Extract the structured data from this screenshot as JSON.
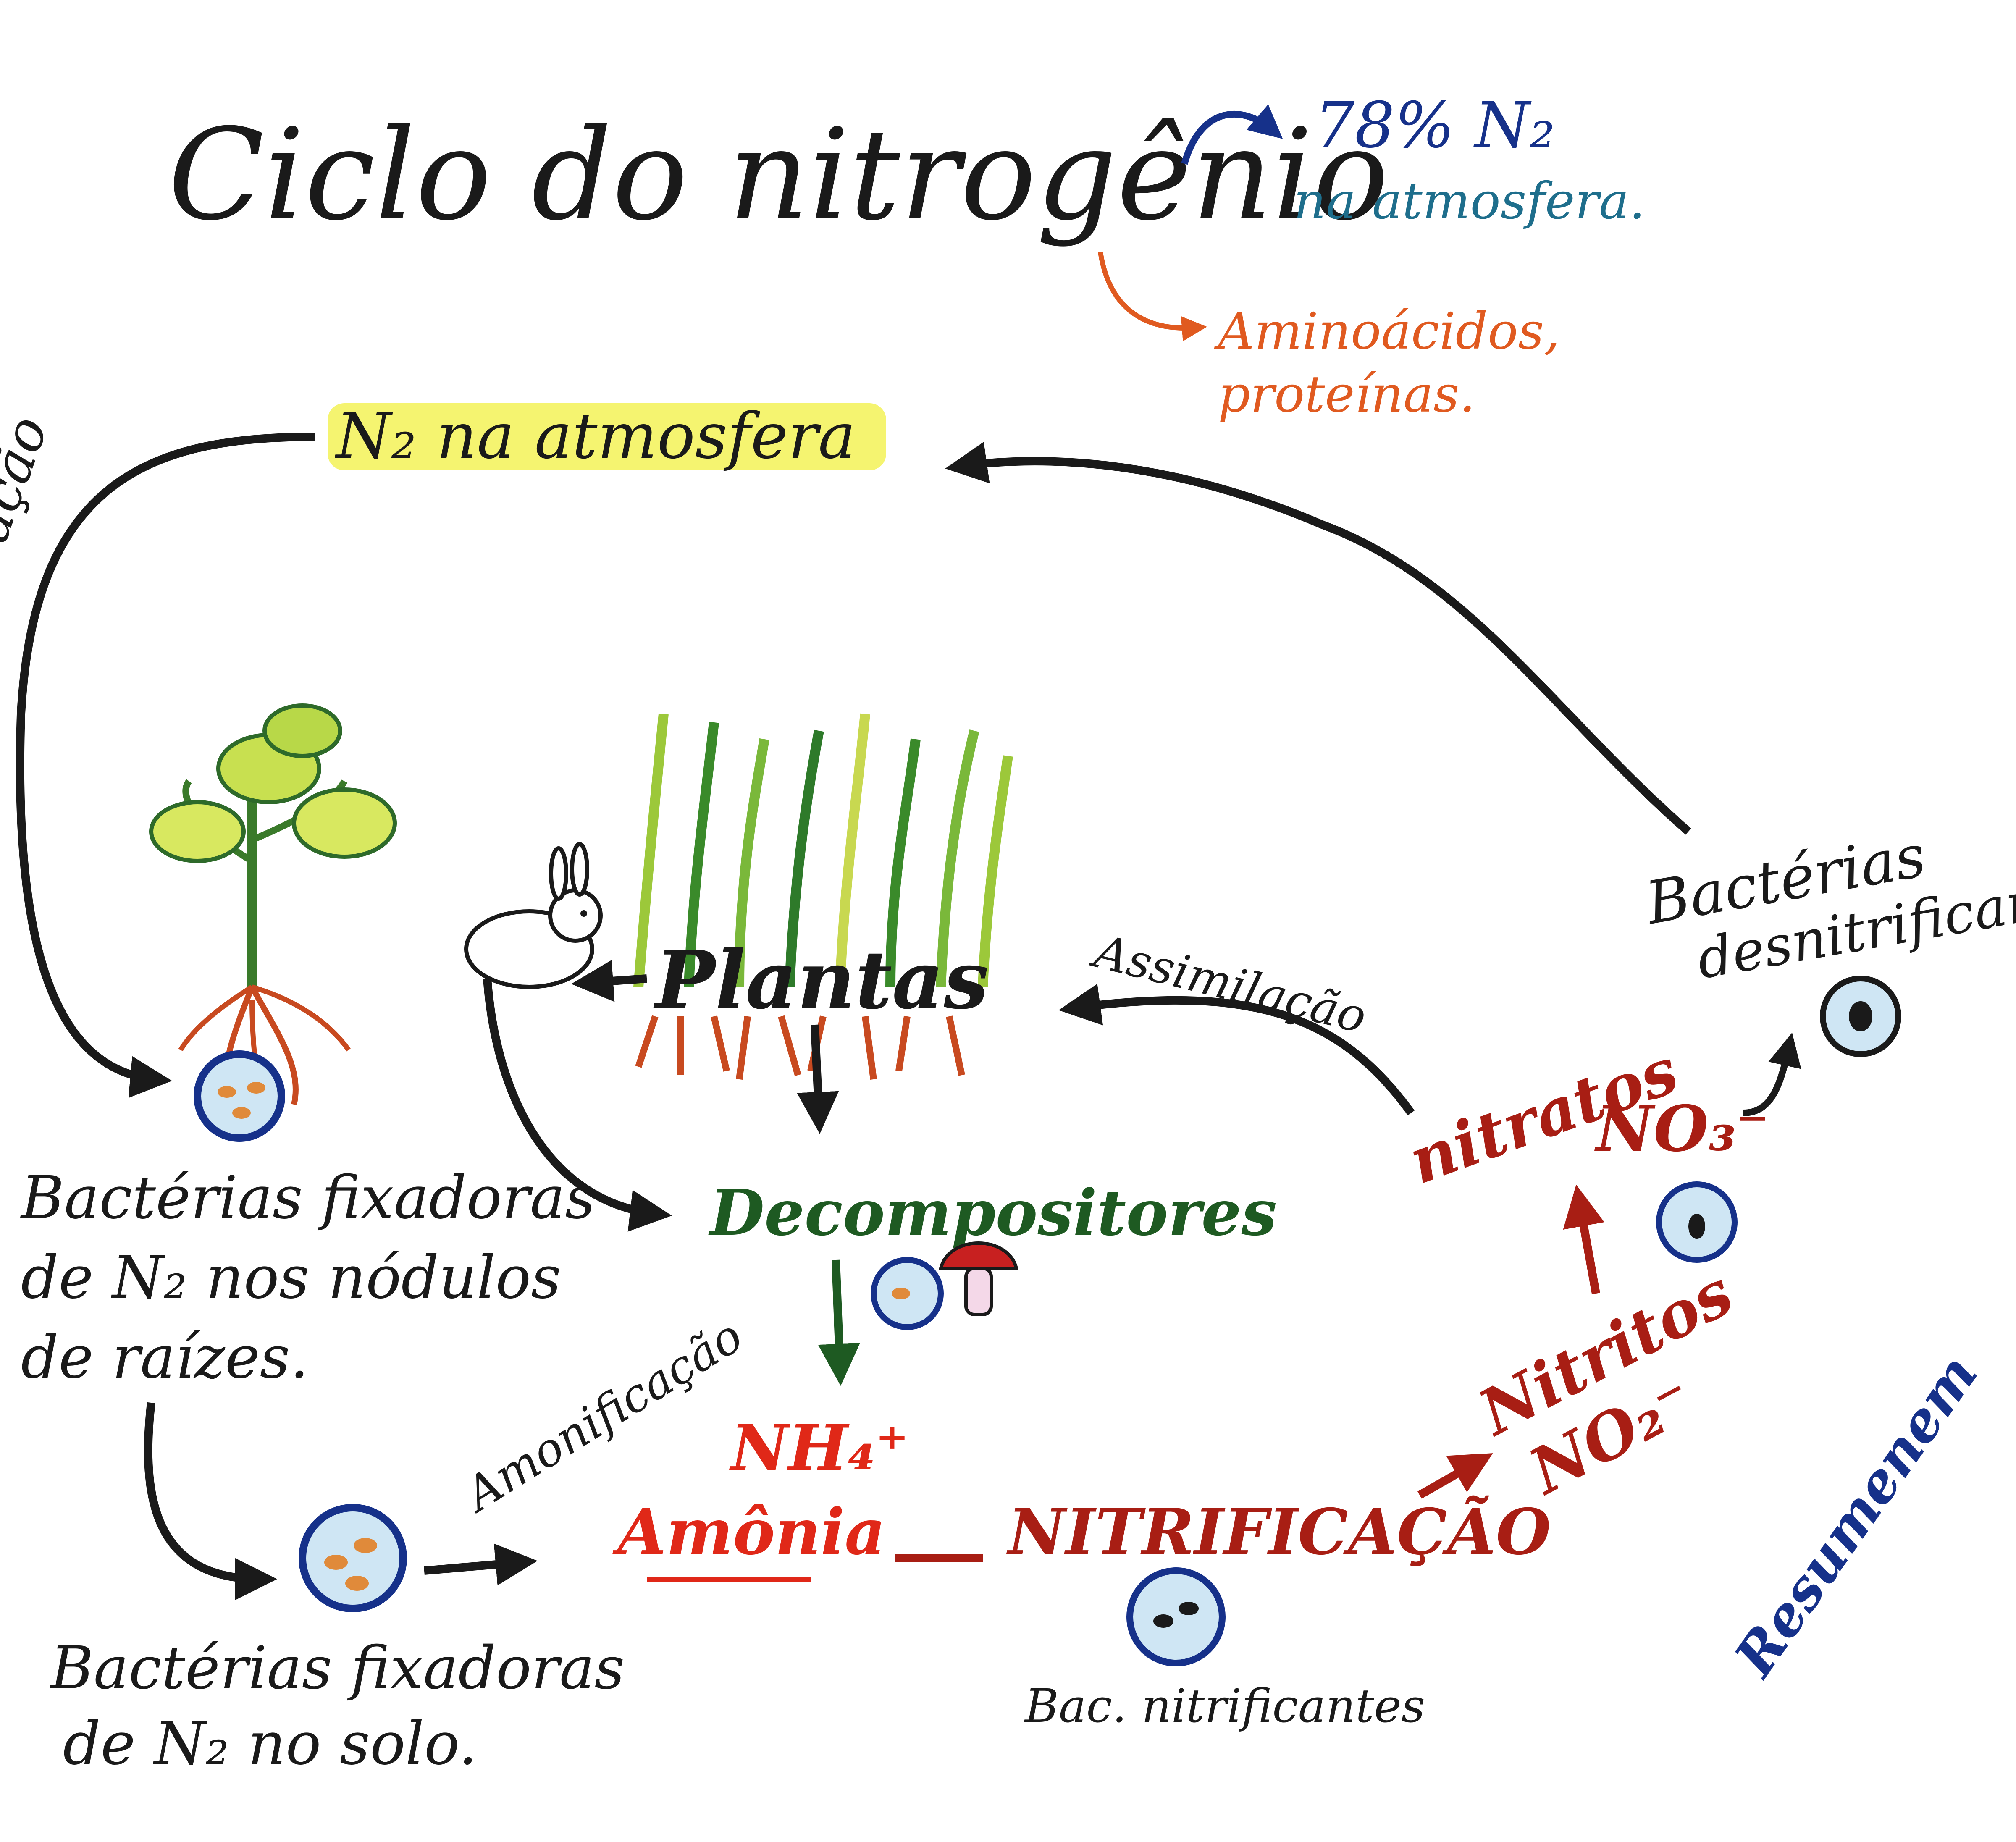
{
  "title": "Ciclo do nitrogênio",
  "notes": {
    "atmosphere_percent": "78% N₂",
    "atmosphere_line2": "na atmosfera.",
    "aminoacids_line1": "Aminoácidos,",
    "aminoacids_line2": "proteínas."
  },
  "nodes": {
    "n2_atmosphere": "N₂ na atmosfera",
    "fixing_nodules_line1": "Bactérias fixadoras",
    "fixing_nodules_line2": "de N₂ nos nódulos",
    "fixing_nodules_line3": "de raízes.",
    "fixing_soil_line1": "Bactérias fixadoras",
    "fixing_soil_line2": "de N₂ no solo.",
    "plants": "Plantas",
    "decomposers": "Decompositores",
    "ammonium_formula": "NH₄⁺",
    "ammonium_name": "Amônia",
    "nitrites_name": "Nitritos",
    "nitrites_formula": "NO₂⁻",
    "nitrates_name": "nitratos",
    "nitrates_formula": "NO₃⁻",
    "denitrifying_line1": "Bactérias",
    "denitrifying_line2": "desnitrificantes"
  },
  "processes": {
    "fixation_fragment": "ação",
    "ammonification": "Amonificação",
    "nitrification": "NITRIFICAÇÃO",
    "nitrifying_bacteria": "Bac. nitrificantes",
    "assimilation": "Assimilação",
    "summary_tag": "Resumenem"
  },
  "colors": {
    "ink": "#1a1a1a",
    "red": "#e02818",
    "dark_red": "#a81e14",
    "orange": "#e05a20",
    "blue": "#16318a",
    "teal": "#1e6e8c",
    "green": "#1e5a22",
    "highlight": "#f2f040"
  },
  "icons": {
    "plant_with_nodules": "plant-roots-icon",
    "grass": "grass-icon",
    "rabbit": "rabbit-icon",
    "mushroom": "mushroom-icon",
    "bacteria": "bacteria-cell-icon"
  }
}
